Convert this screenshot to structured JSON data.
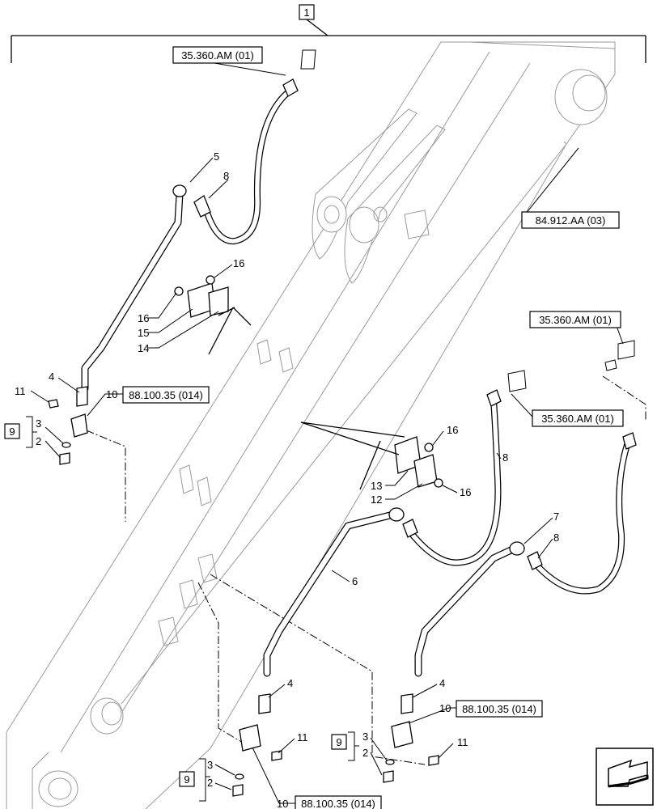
{
  "assembly_label": "1",
  "callouts": {
    "c9_left": "9",
    "c3_left": "3",
    "c2_left": "2",
    "c11_left": "11",
    "c4_left": "4",
    "c10_left": "10",
    "c5": "5",
    "c8_top": "8",
    "c16_a": "16",
    "c16_b": "16",
    "c15": "15",
    "c14": "14",
    "c16_c": "16",
    "c13": "13",
    "c12": "12",
    "c16_d": "16",
    "c8_mid": "8",
    "c7": "7",
    "c8_right": "8",
    "c6": "6",
    "c4_mid": "4",
    "c11_mid": "11",
    "c10_mid": "10",
    "c9_bottom": "9",
    "c3_bottom": "3",
    "c2_bottom": "2",
    "c4_right": "4",
    "c10_right": "10",
    "c9_right": "9",
    "c3_right": "3",
    "c2_right": "2",
    "c11_right": "11"
  },
  "references": {
    "ref_top_left": "35.360.AM (01)",
    "ref_boom": "84.912.AA (03)",
    "ref_right_top": "35.360.AM (01)",
    "ref_right_mid": "35.360.AM (01)",
    "ref_left_block": "88.100.35 (014)",
    "ref_mid_block": "88.100.35 (014)",
    "ref_right_block": "88.100.35 (014)"
  },
  "nav_icon": "next-page-arrow-icon"
}
